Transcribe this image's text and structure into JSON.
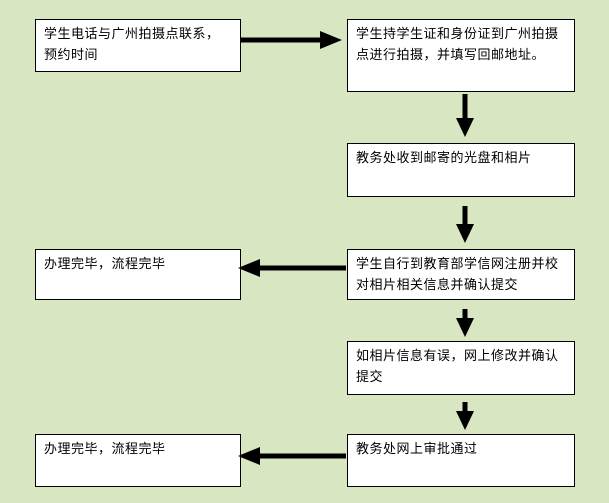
{
  "diagram": {
    "boxes": {
      "box1": "学生电话与广州拍摄点联系，预约时间",
      "box2": "学生持学生证和身份证到广州拍摄点进行拍摄，并填写回邮地址。",
      "box3": "教务处收到邮寄的光盘和相片",
      "box4": "学生自行到教育部学信网注册并校对相片相关信息并确认提交",
      "box5": "办理完毕，流程完毕",
      "box6": "如相片信息有误，网上修改并确认提交",
      "box7": "教务处网上审批通过",
      "box8": "办理完毕，流程完毕"
    },
    "colors": {
      "background": "#d9e6c2",
      "box_fill": "#ffffff",
      "arrow": "#000000"
    }
  }
}
